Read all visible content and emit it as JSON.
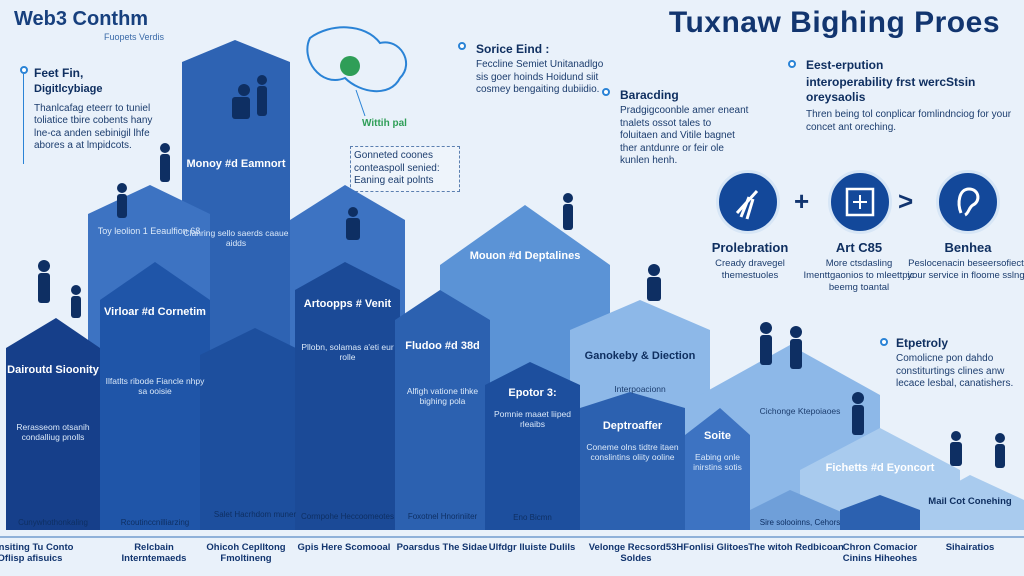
{
  "brand": {
    "title": "Web3 Conthm",
    "subtitle": "Fuopets Verdis"
  },
  "main_title": "Tuxnaw Bighing Proes",
  "notes": {
    "feet_fin": {
      "title": "Feet Fin,",
      "subtitle": "Digitlcybiage",
      "body": "Thanlcafag eteerr to tuniel toliatice tbire cobents hany lne-ca anden sebinigil lhfe abores a at lmpidcots."
    },
    "sorice": {
      "title": "Sorice Eind :",
      "body": "Feccline Semiet Unitanadlgo sis goer hoinds Hoidund siit cosmey bengaiting dubiidio."
    },
    "within": {
      "label": "Wittih pal"
    },
    "gonneted": {
      "body": "Gonneted coones conteaspoll senied: Eaning eait polnts"
    },
    "branding": {
      "title": "Baracding",
      "body": "Pradgigcoonble amer eneant tnalets ossot tales to foluitaen and Vitile bagnet ther antdunre or feir ole kunlen henh."
    },
    "east": {
      "title": "Eest-erpution",
      "subtitle": "interoperability frst wercStsin oreysaolis",
      "body": "Thren being tol conplicar fomlindnciog for your concet ant oreching."
    },
    "etpetroly": {
      "title": "Etpetroly",
      "body": "Comolicne pon dahdo constiturtings clines anw lecace lesbal, canatishers."
    }
  },
  "houses": {
    "h1": {
      "title": "Dairoutd Sioonity",
      "body": "Rerasseom otsanih condalliug pnolls",
      "footer": "Cunywhothonkaling"
    },
    "h2": {
      "title": "",
      "body": "Toy leolion 1 Eeaulfion 68"
    },
    "h3": {
      "title": "Virloar #d Cornetim",
      "body": "Ilfatlts ribode Fiancle nhpy sa ooisie",
      "footer": "Rcoutinccnilliarzing"
    },
    "h4": {
      "title": "Monoy #d Eamnort",
      "body": "Clanring sello saerds caaue aidds",
      "footer": "Salet Hacrhdom muner"
    },
    "h5": {
      "title": "Artoopps # Venit",
      "body": "Pllobn, solamas a'eti eur rolle",
      "footer": "Cormpohe Heccoomeotes"
    },
    "h6": {
      "title": "Fludoo #d 38d",
      "body": "Alfigh vatione tihke bighing pola",
      "footer": "Foxotnel Hnoriniiter"
    },
    "h7": {
      "title": "Mouon #d Deptalines",
      "body": ""
    },
    "h8": {
      "title": "Epotor 3:",
      "body": "Pomnie maaet liiped rleaibs",
      "footer": "Eno Bicmn"
    },
    "h9": {
      "title": "Ganokeby & Diection",
      "body": "Interpoacionn"
    },
    "h10": {
      "title": "Deptroaffer",
      "body": "Coneme olns tidtre itaen conslintins oliity ooline"
    },
    "h11": {
      "title": "Soite",
      "body": "Eabing onle inirstins sotis"
    },
    "h12": {
      "title": "",
      "body": "Cichonge Ktepoiaoes",
      "footer": "Sire solooinns, Cehors"
    },
    "h13": {
      "title": "Fichetts #d Eyoncort",
      "body": ""
    },
    "h14": {
      "title": "",
      "body": "",
      "footer": "Mail Cot Conehing"
    }
  },
  "compare": {
    "items": [
      {
        "icon": "broom-icon",
        "title": "Prolebration",
        "body": "Cready dravegel themestuoles"
      },
      {
        "icon": "ledger-icon",
        "title": "Art C85",
        "body": "More ctsdasling Imenttgaonios to mleettpic beemg toantal"
      },
      {
        "icon": "ear-icon",
        "title": "Benhea",
        "body": "Peslocenacin beseersofiect your service in floome sslng"
      }
    ],
    "operators": [
      "+",
      ">"
    ]
  },
  "captions": [
    "Ponsiting Tu Conto Oflisp afisuics",
    "Relcbain Interntemaeds",
    "Ohicoh Ceplltong Fmoltineng",
    "Gpis Here Scomooal",
    "Poarsdus The Sidae",
    "Ulfdgr lluiste Dulils",
    "Velonge Recsord53H Soldes",
    "Fonlisi Glitoes",
    "The witoh Redbicoan",
    "Chron Comacior Cinins Hiheohes",
    "Sihairatios"
  ],
  "colors": {
    "dark_blue": "#163f8a",
    "mid_blue": "#2e63b3",
    "light_blue": "#5b93d6",
    "pale_blue": "#8db8e8",
    "accent": "#2a83d6",
    "green": "#2f9e57"
  }
}
